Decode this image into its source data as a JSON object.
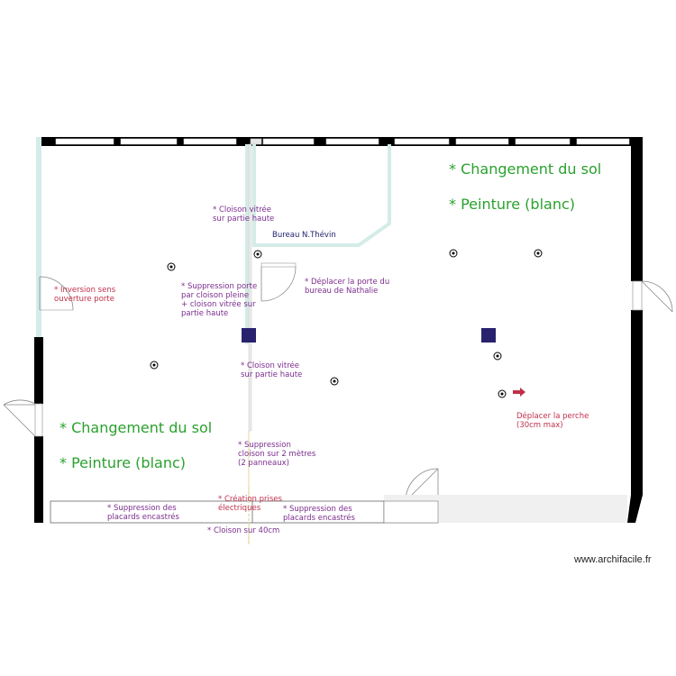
{
  "plan": {
    "annotations": {
      "cloison_vitree_haut": "* Cloison vitrée\nsur partie haute",
      "bureau_nthevin": "Bureau N.Thévin",
      "inversion_porte": "* Inversion sens\nouverture porte",
      "suppression_porte": "* Suppression porte\npar cloison pleine\n+ cloison vitrée sur\npartie haute",
      "deplacer_porte": "* Déplacer la porte du\nbureau de Nathalie",
      "cloison_vitree_bas": "* Cloison vitrée\nsur partie haute",
      "suppression_cloison": "* Suppression\ncloison sur 2 mètres\n(2 panneaux)",
      "creation_prises": "* Création prises\nélectriques",
      "placards_gauche": "* Suppression des\nplacards encastrés",
      "placards_droite": "* Suppression des\nplacards encastrés",
      "cloison_40cm": "* Cloison sur 40cm",
      "deplacer_perche": "Déplacer la perche\n(30cm max)"
    },
    "works_right": {
      "item1": "* Changement du sol",
      "item2": "* Peinture (blanc)"
    },
    "works_left": {
      "item1": "* Changement du sol",
      "item2": "* Peinture (blanc)"
    },
    "watermark": "www.archifacile.fr",
    "colors": {
      "wall": "#000000",
      "glass_partition": "#d4ece8",
      "annotation_purple": "#7b2d8e",
      "annotation_red": "#c0304a",
      "label_navy": "#1d1d6b",
      "works_green": "#2aa12e",
      "pillar": "#28226e",
      "arrow": "#c0304a"
    }
  }
}
